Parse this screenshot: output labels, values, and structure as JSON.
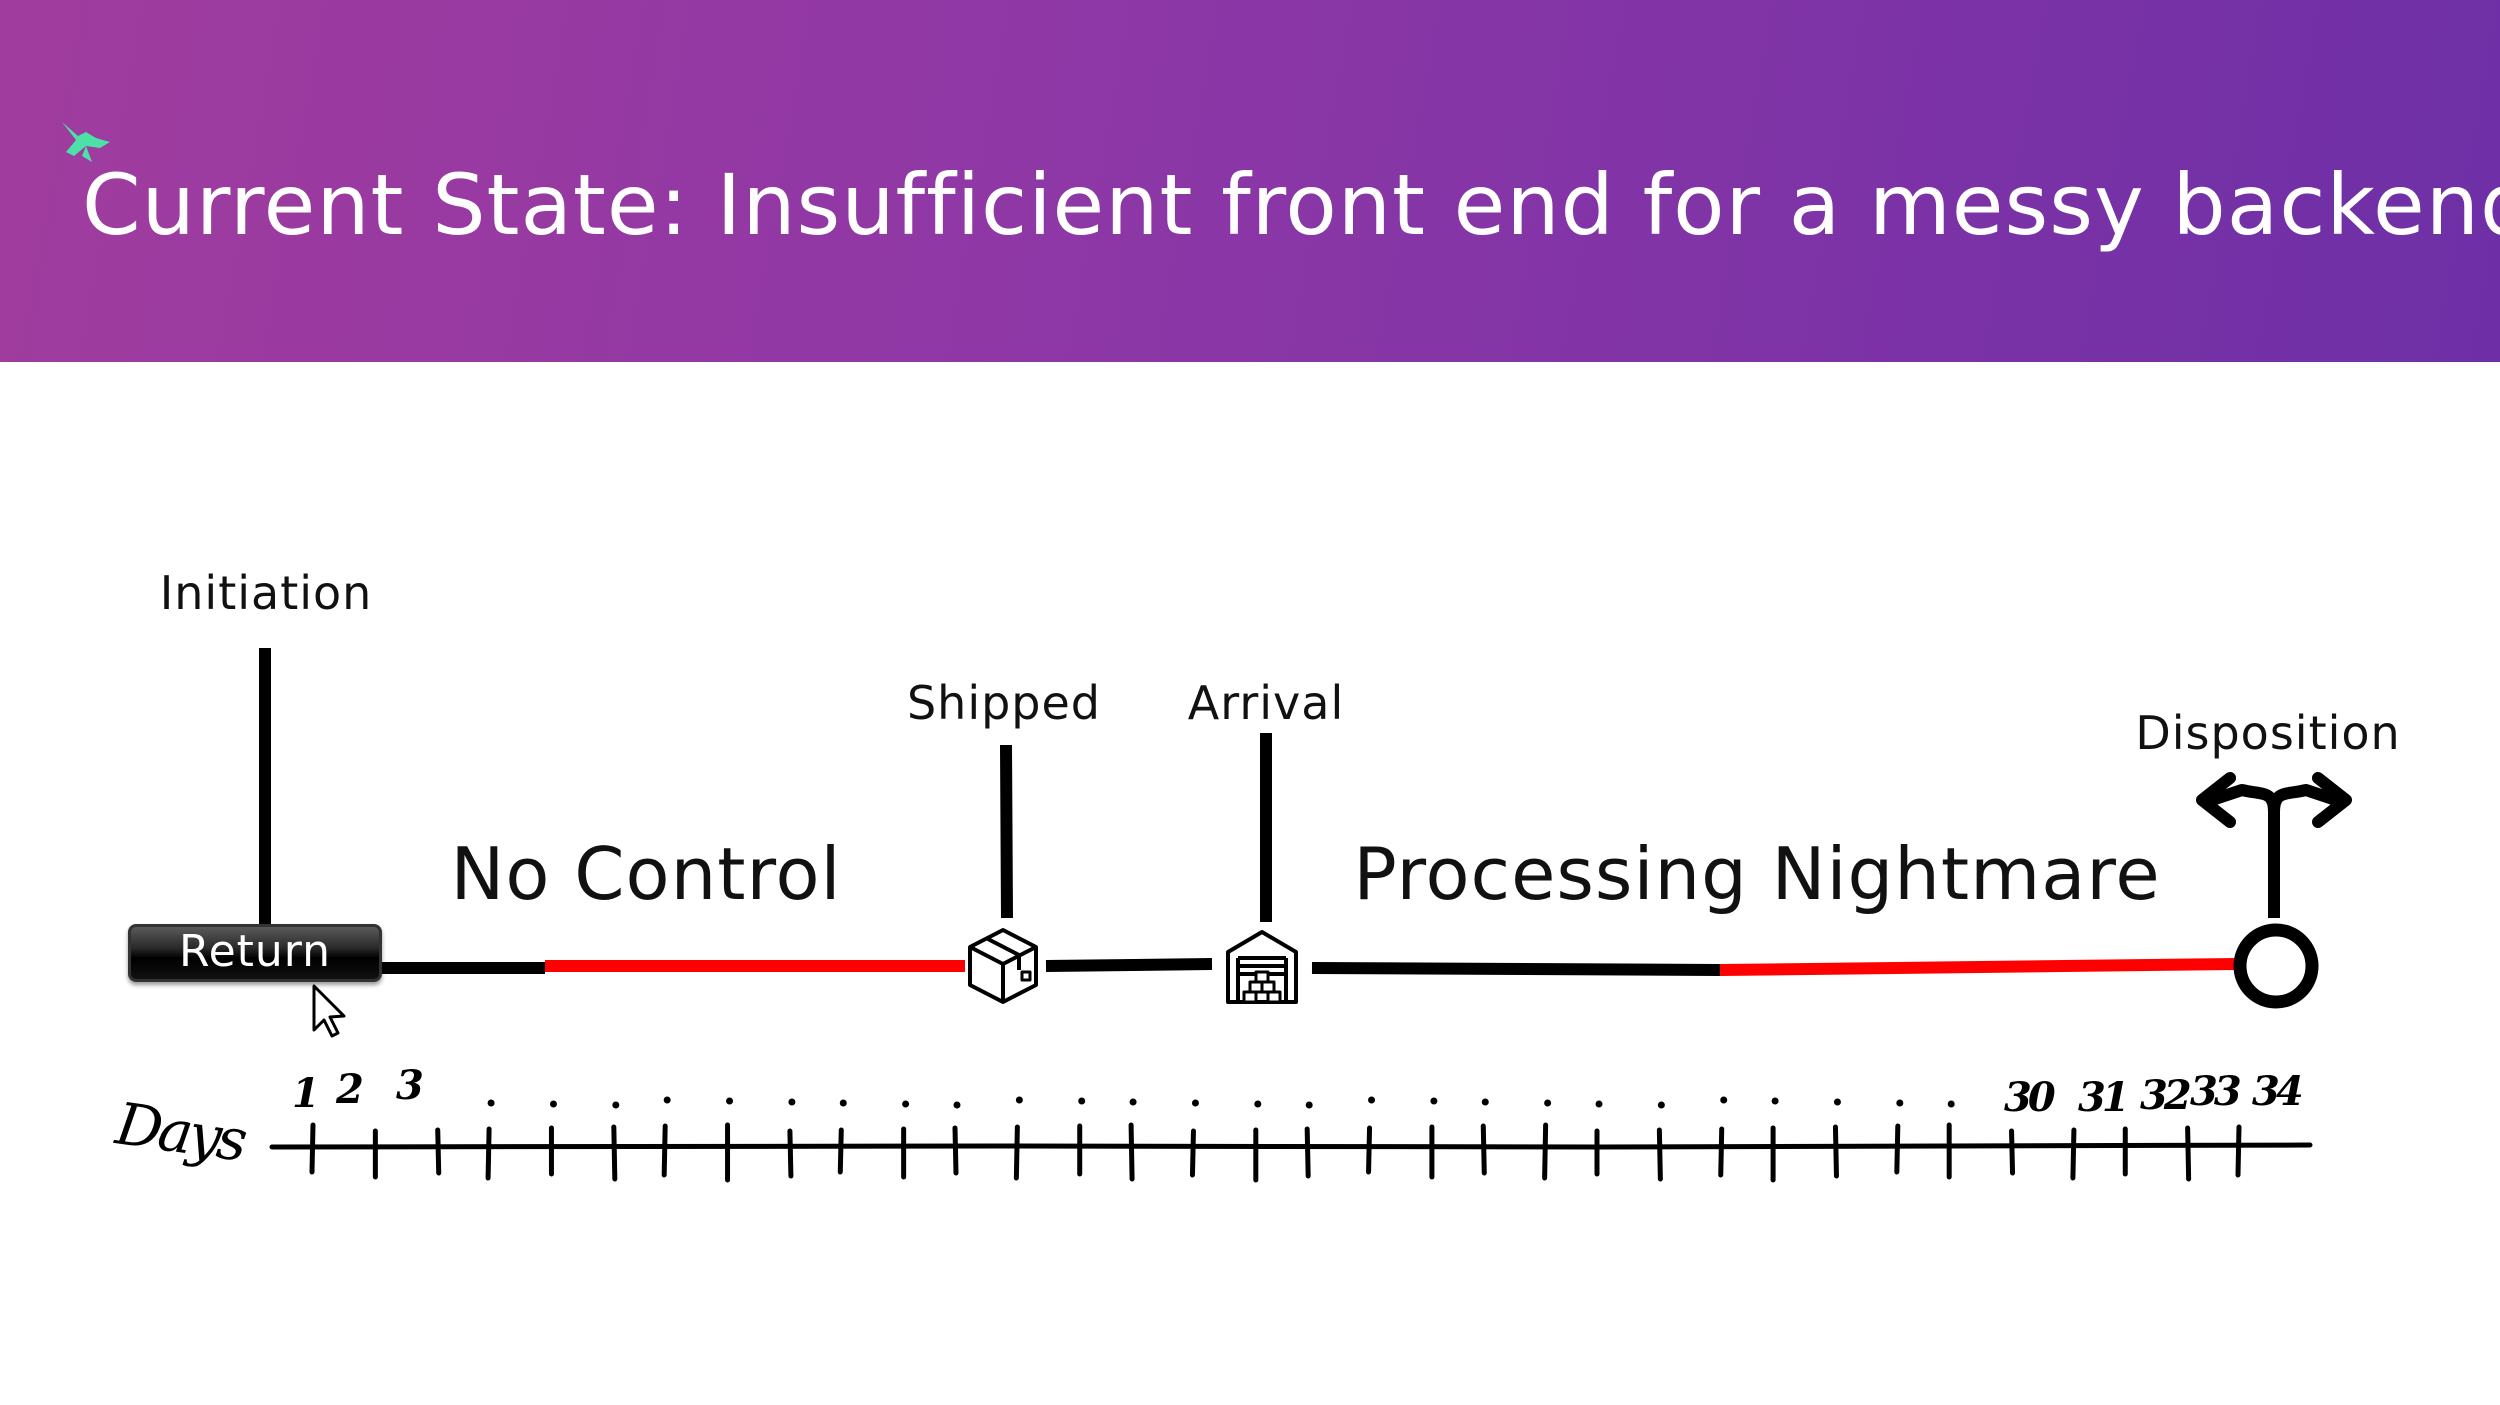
{
  "slide": {
    "title": "Current State: Insufficient front end for a messy backend"
  },
  "timeline": {
    "milestones": {
      "initiation": "Initiation",
      "shipped": "Shipped",
      "arrival": "Arrival",
      "disposition": "Disposition"
    },
    "phases": {
      "no_control": "No Control",
      "processing_nightmare": "Processing Nightmare"
    },
    "return_button": "Return",
    "days_label": "Days",
    "day_numbers": {
      "d1": "1",
      "d2": "2",
      "d3": "3",
      "d30": "30",
      "d31": "31",
      "d32": "32",
      "d33": "33",
      "d34": "34"
    },
    "icons": [
      "cursor-icon",
      "package-box-icon",
      "warehouse-icon",
      "split-arrow-icon",
      "hummingbird-logo"
    ]
  },
  "colors": {
    "header_gradient_start": "#a03c9e",
    "header_gradient_end": "#6e2fa6",
    "timeline_black": "#000000",
    "timeline_red": "#ff0000",
    "logo_green": "#4de0a8"
  }
}
